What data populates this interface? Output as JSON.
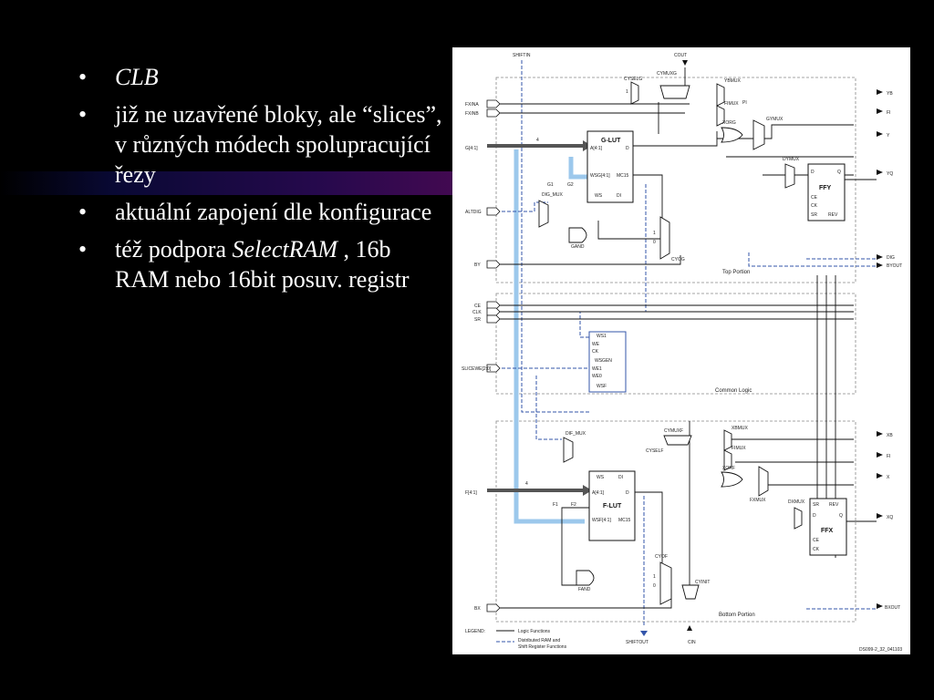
{
  "colors": {
    "background": "#000000",
    "text": "#ffffff",
    "logic_line": "#111111",
    "ram_line": "#3355aa",
    "bus_highlight": "#9cc8ec",
    "band_left": "#0a0a3a",
    "band_right": "#4a0a5a"
  },
  "bullets": {
    "marker": "•",
    "b1": {
      "text": "CLB"
    },
    "b2": {
      "text": "již ne uzavřené bloky, ale “slices”, v různých módech spolupracující řezy"
    },
    "b3": {
      "text": "aktuální zapojení dle konfigurace"
    },
    "b4": {
      "pre": "též podpora ",
      "em": "SelectRAM",
      "post": " , 16b RAM nebo 16bit posuv. registr"
    }
  },
  "diagram": {
    "top_signals": {
      "shiftin": "SHIFTIN",
      "cout": "COUT",
      "cymuxg": "CYMUXG",
      "cyselg": "CYSELG"
    },
    "left_inputs": {
      "fxina": "FXINA",
      "fxinb": "FXINB",
      "g_in": "G[4:1]",
      "altdig": "ALTDIG",
      "by": "BY",
      "ce": "CE",
      "clk": "CLK",
      "sr": "SR",
      "slicewe": "SLICEWE[2:0]",
      "f_in": "F[4:1]",
      "bx": "BX"
    },
    "right_outputs": {
      "yb": "YB",
      "fi": "FI",
      "y": "Y",
      "yq": "YQ",
      "dig": "DIG",
      "byout": "BYOUT",
      "xb": "XB",
      "fi2": "FI",
      "x": "X",
      "xq": "XQ",
      "bxout": "BXOUT"
    },
    "bus_widths": {
      "g": "4",
      "f": "4"
    },
    "g_lut": {
      "title": "G-LUT",
      "a": "A[4:1]",
      "d": "D",
      "wsg": "WSG[4:1]",
      "mcm": "MC15",
      "ws": "WS",
      "di": "DI"
    },
    "f_lut": {
      "title": "F-LUT",
      "ws": "WS",
      "di": "DI",
      "a": "A[4:1]",
      "d": "D",
      "wsf": "WSF[4:1]",
      "mc": "MC15"
    },
    "muxes": {
      "dig_mux": "DIG_MUX",
      "dif_mux": "DIF_MUX",
      "ybmux": "YBMUX",
      "fimux": "FIMUX",
      "gymux": "GYMUX",
      "dymux": "DYMUX",
      "xbmux": "XBMUX",
      "fxmux": "FXMUX",
      "dxmux": "DXMUX",
      "cymuxf": "CYMUXF",
      "cyself": "CYSELF",
      "cyog": "CYOG",
      "cyof": "CYOF",
      "cyinit": "CYINIT"
    },
    "gates": {
      "xorg": "XORG",
      "gand": "GAND",
      "xorf": "XORF",
      "fand": "FAND"
    },
    "ffy": {
      "title": "FFY",
      "d": "D",
      "q": "Q",
      "ce": "CE",
      "ck": "CK",
      "sr": "SR",
      "rev": "REV"
    },
    "ffx": {
      "title": "FFX",
      "d": "D",
      "q": "Q",
      "ce": "CE",
      "ck": "CK",
      "sr": "SR",
      "rev": "REV"
    },
    "wsgen": {
      "title": "WSGEN",
      "ws1": "WS1",
      "we": "WE",
      "ck": "CK",
      "we1": "WE1",
      "we0": "WE0",
      "wsf": "WSF"
    },
    "g1": "G1",
    "g2": "G2",
    "f1": "F1",
    "f2": "F2",
    "mux_inputs": {
      "one": "1",
      "zero": "0",
      "pi": "PI",
      "fi": "FI"
    },
    "sections": {
      "top": "Top Portion",
      "common": "Common Logic",
      "bottom": "Bottom Portion"
    },
    "bottom_signals": {
      "shiftout": "SHIFTOUT",
      "cin": "CIN"
    },
    "legend": {
      "label": "LEGEND:",
      "logic": "Logic Functions",
      "ram_line1": "Distributed RAM and",
      "ram_line2": "Shift Register Functions"
    },
    "fig_id": "DS099-2_32_041103"
  }
}
